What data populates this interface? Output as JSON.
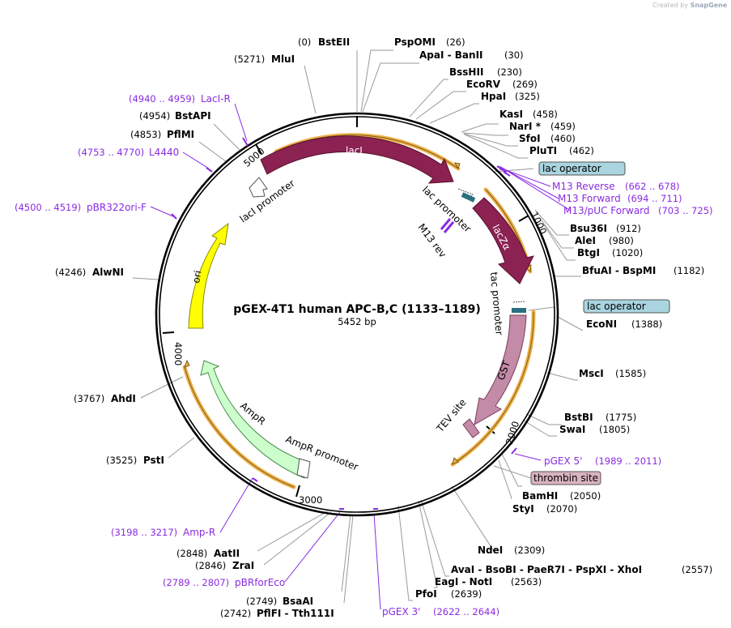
{
  "credit": {
    "prefix": "Created by",
    "brand": "SnapGene"
  },
  "map_title": "pGEX-4T1 human APC-B,C (1133–1189)",
  "map_length": "5452 bp",
  "ticks": [
    "1000",
    "2000",
    "3000",
    "4000",
    "5000"
  ],
  "features": {
    "laci": "lacI",
    "laci_promoter": "lacI promoter",
    "lac_promoter": "lac promoter",
    "m13_rev": "M13 rev",
    "lacz": "lacZα",
    "tac_promoter": "tac promoter",
    "gst": "GST",
    "tev_site": "TEV site",
    "ampr": "AmpR",
    "ampr_promoter": "AmpR promoter",
    "ori": "ori"
  },
  "boxed_features": {
    "lac_operator_1": "lac operator",
    "lac_operator_2": "lac operator",
    "thrombin_site": "thrombin site"
  },
  "sites_right": [
    {
      "pre": "(0)",
      "name": "BstEII",
      "post": ""
    },
    {
      "pre": "",
      "name": "PspOMI",
      "post": "(26)"
    },
    {
      "pre": "",
      "name": "ApaI  - BanII",
      "post": "(30)"
    },
    {
      "pre": "",
      "name": "BssHII",
      "post": "(230)"
    },
    {
      "pre": "",
      "name": "EcoRV",
      "post": "(269)"
    },
    {
      "pre": "",
      "name": "HpaI",
      "post": "(325)"
    },
    {
      "pre": "",
      "name": "KasI",
      "post": "(458)"
    },
    {
      "pre": "",
      "name": "NarI *",
      "post": "(459)"
    },
    {
      "pre": "",
      "name": "SfoI",
      "post": "(460)"
    },
    {
      "pre": "",
      "name": "PluTI",
      "post": "(462)"
    },
    {
      "pre": "",
      "name": "Bsu36I",
      "post": "(912)"
    },
    {
      "pre": "",
      "name": "AleI",
      "post": "(980)"
    },
    {
      "pre": "",
      "name": "BtgI",
      "post": "(1020)"
    },
    {
      "pre": "",
      "name": "BfuAI  - BspMI",
      "post": "(1182)"
    },
    {
      "pre": "",
      "name": "EcoNI",
      "post": "(1388)"
    },
    {
      "pre": "",
      "name": "MscI",
      "post": "(1585)"
    },
    {
      "pre": "",
      "name": "BstBI",
      "post": "(1775)"
    },
    {
      "pre": "",
      "name": "SwaI",
      "post": "(1805)"
    },
    {
      "pre": "",
      "name": "BamHI",
      "post": "(2050)"
    },
    {
      "pre": "",
      "name": "StyI",
      "post": "(2070)"
    },
    {
      "pre": "",
      "name": "NdeI",
      "post": "(2309)"
    },
    {
      "pre": "",
      "name": "AvaI  - BsoBI  - PaeR7I  - PspXI  - XhoI",
      "post": "(2557)"
    },
    {
      "pre": "",
      "name": "EagI  - NotI",
      "post": "(2563)"
    },
    {
      "pre": "",
      "name": "PfoI",
      "post": "(2639)"
    }
  ],
  "sites_left": [
    {
      "pre": "(5271)",
      "name": "MluI"
    },
    {
      "pre": "(4954)",
      "name": "BstAPI"
    },
    {
      "pre": "(4853)",
      "name": "PflMI"
    },
    {
      "pre": "(4246)",
      "name": "AlwNI"
    },
    {
      "pre": "(3767)",
      "name": "AhdI"
    },
    {
      "pre": "(3525)",
      "name": "PstI"
    },
    {
      "pre": "(2848)",
      "name": "AatII"
    },
    {
      "pre": "(2846)",
      "name": "ZraI"
    },
    {
      "pre": "(2749)",
      "name": "BsaAI"
    },
    {
      "pre": "(2742)",
      "name": "PflFI  - Tth111I"
    }
  ],
  "primers": [
    {
      "pos": "(4940 .. 4959)",
      "name": "LacI-R"
    },
    {
      "pos": "(4753 .. 4770)",
      "name": "L4440"
    },
    {
      "pos": "(4500 .. 4519)",
      "name": "pBR322ori-F"
    },
    {
      "name": "M13 Reverse",
      "pos": "(662 .. 678)"
    },
    {
      "name": "M13 Forward",
      "pos": "(694 .. 711)"
    },
    {
      "name": "M13/pUC Forward",
      "pos": "(703 .. 725)"
    },
    {
      "name": "pGEX 5'",
      "pos": "(1989 .. 2011)"
    },
    {
      "pos": "(3198 .. 3217)",
      "name": "Amp-R"
    },
    {
      "pos": "(2789 .. 2807)",
      "name": "pBRforEco"
    },
    {
      "name": "pGEX 3'",
      "pos": "(2622 .. 2644)"
    }
  ],
  "colors": {
    "laci": "#8b2252",
    "lacz": "#8b2252",
    "gst": "#c48ba8",
    "tev": "#c48ba8",
    "ampr": "#ccffcc",
    "ori": "#ffff00",
    "orange_band": "#f0b24a",
    "operator_box": "#a9d4e0",
    "thrombin_box": "#d9b3bf",
    "primer": "#8a2be2",
    "leader": "#999999"
  }
}
